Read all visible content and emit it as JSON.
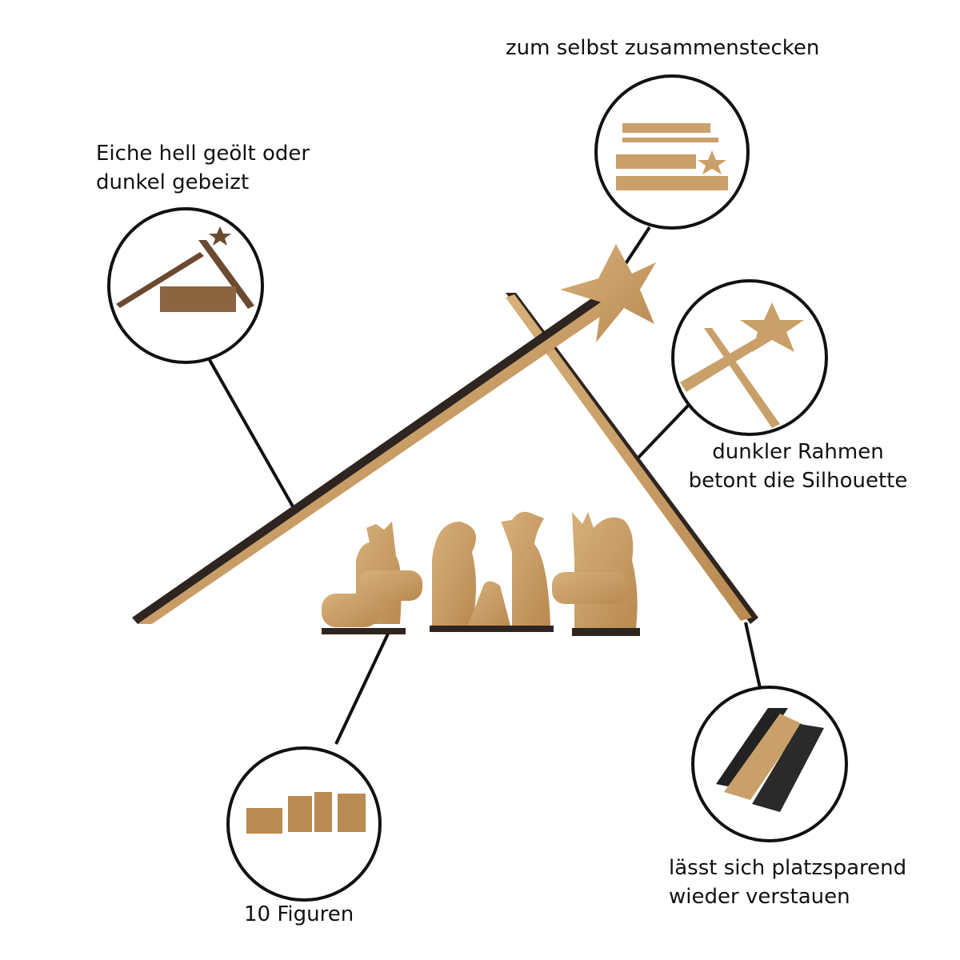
{
  "captions": {
    "assembly": "zum selbst zusammenstecken",
    "wood": [
      "Eiche hell geölt oder",
      "dunkel gebeizt"
    ],
    "frame": [
      "dunkler Rahmen",
      "betont die Silhouette"
    ],
    "figures": "10 Figuren",
    "storage": [
      "lässt sich platzsparend",
      "wieder verstauen"
    ]
  },
  "colors": {
    "wood": "#c9a06a",
    "wood_dark": "#a87b45",
    "edge": "#2e2420",
    "line": "#111111"
  }
}
